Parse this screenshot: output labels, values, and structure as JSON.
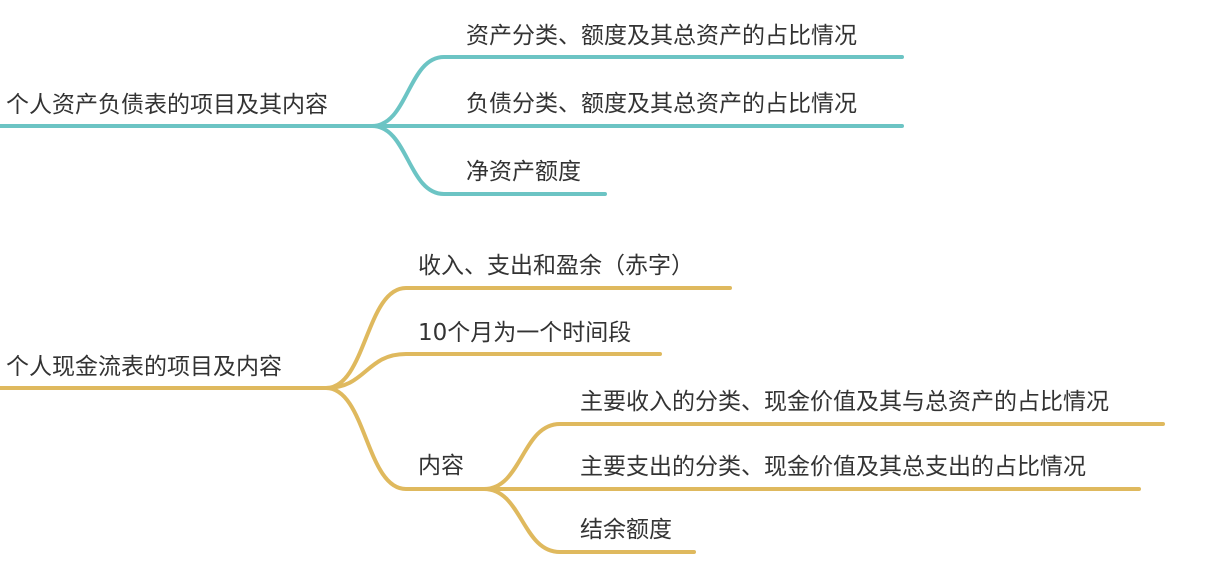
{
  "colors": {
    "branch1": "#6cc4c4",
    "branch2": "#dfb95e",
    "text": "#333333"
  },
  "branch1": {
    "label": "个人资产负债表的项目及其内容",
    "children": [
      "资产分类、额度及其总资产的占比情况",
      "负债分类、额度及其总资产的占比情况",
      "净资产额度"
    ]
  },
  "branch2": {
    "label": "个人现金流表的项目及内容",
    "children": {
      "income": "收入、支出和盈余（赤字）",
      "period": "10个月为一个时间段",
      "content": "内容"
    },
    "content_children": [
      "主要收入的分类、现金价值及其与总资产的占比情况",
      "主要支出的分类、现金价值及其总支出的占比情况",
      "结余额度"
    ]
  }
}
